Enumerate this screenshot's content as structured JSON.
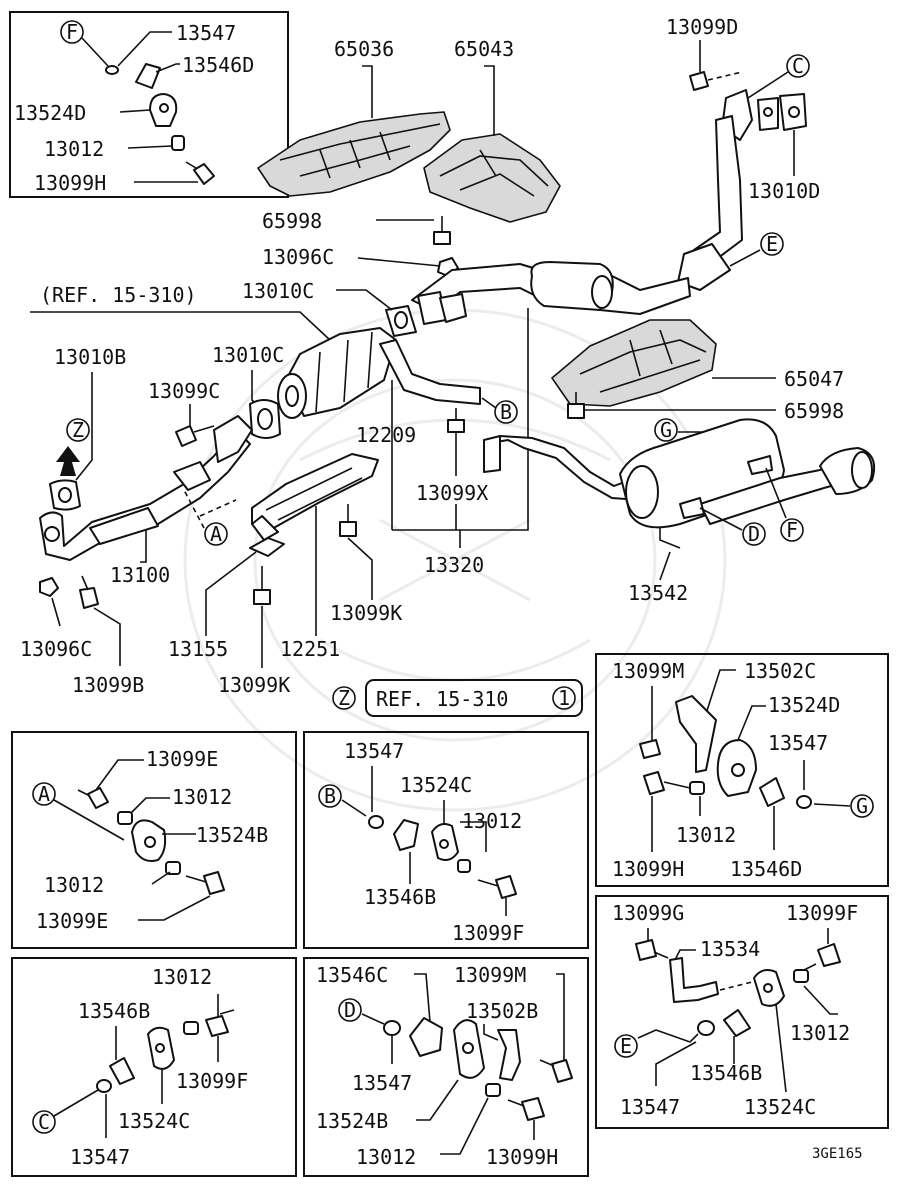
{
  "diagram_code": "3GE165",
  "ref_note": "(REF. 15-310)",
  "z_ref_box": "REF. 15-310",
  "z_ref_num": "1",
  "callouts": {
    "A": "A",
    "B": "B",
    "C": "C",
    "D": "D",
    "E": "E",
    "F": "F",
    "G": "G",
    "Z": "Z"
  },
  "main": {
    "p65036": "65036",
    "p65043": "65043",
    "p13099D": "13099D",
    "p13010D": "13010D",
    "p65998_top": "65998",
    "p13096C_top": "13096C",
    "p13010C_a": "13010C",
    "p13010B": "13010B",
    "p13010C_b": "13010C",
    "p13099C": "13099C",
    "p12209": "12209",
    "p13099X": "13099X",
    "p13320": "13320",
    "p65047": "65047",
    "p65998_mid": "65998",
    "p13100": "13100",
    "p13096C_bot": "13096C",
    "p13099B": "13099B",
    "p13155": "13155",
    "p12251": "12251",
    "p13099K_a": "13099K",
    "p13099K_b": "13099K",
    "p13542": "13542"
  },
  "inset_F": {
    "p13547": "13547",
    "p13546D": "13546D",
    "p13524D": "13524D",
    "p13012": "13012",
    "p13099H": "13099H"
  },
  "inset_A": {
    "p13099E_a": "13099E",
    "p13012_a": "13012",
    "p13524B": "13524B",
    "p13012_b": "13012",
    "p13099E_b": "13099E"
  },
  "inset_B": {
    "p13547": "13547",
    "p13524C": "13524C",
    "p13012": "13012",
    "p13546B": "13546B",
    "p13099F": "13099F"
  },
  "inset_G": {
    "p13099M": "13099M",
    "p13502C": "13502C",
    "p13524D": "13524D",
    "p13547": "13547",
    "p13012": "13012",
    "p13099H": "13099H",
    "p13546D": "13546D"
  },
  "inset_C": {
    "p13012": "13012",
    "p13546B": "13546B",
    "p13099F": "13099F",
    "p13524C": "13524C",
    "p13547": "13547"
  },
  "inset_D": {
    "p13546C": "13546C",
    "p13099M": "13099M",
    "p13502B": "13502B",
    "p13547": "13547",
    "p13524B": "13524B",
    "p13012": "13012",
    "p13099H": "13099H"
  },
  "inset_E": {
    "p13099G": "13099G",
    "p13099F": "13099F",
    "p13534": "13534",
    "p13012": "13012",
    "p13547": "13547",
    "p13546B": "13546B",
    "p13524C": "13524C"
  }
}
